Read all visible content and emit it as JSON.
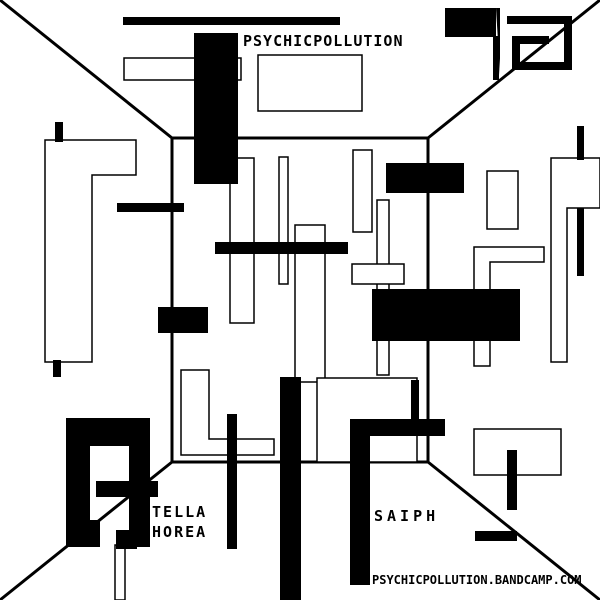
{
  "cover": {
    "title": "PSYCHICPOLLUTION",
    "artist_line1": "STELLA",
    "artist_line2": "CHOREA",
    "album": "SAIPH",
    "url": "PSYCHICPOLLUTION.BANDCAMP.COM"
  },
  "colors": {
    "ink": "#000000",
    "paper": "#ffffff"
  }
}
